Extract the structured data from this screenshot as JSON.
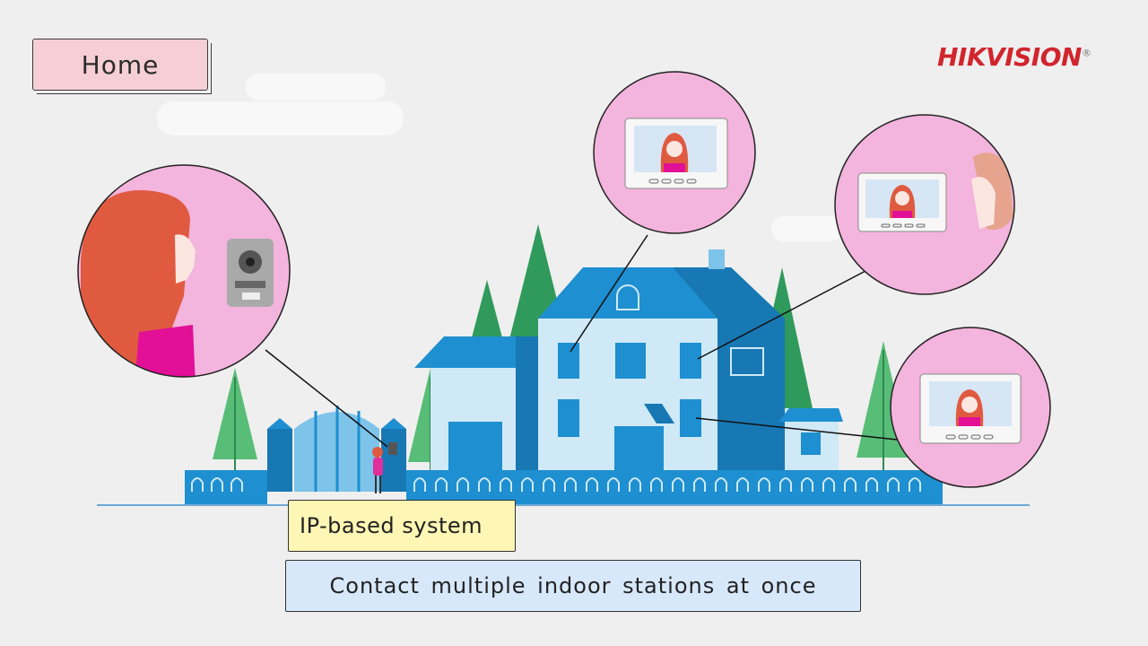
{
  "header": {
    "section_label": "Home",
    "brand": "HIKVISION",
    "brand_mark": "®"
  },
  "captions": {
    "feature": "IP-based system",
    "description": "Contact multiple indoor stations at once"
  },
  "colors": {
    "brand_red": "#d1252e",
    "accent_pink": "#f3b4dd",
    "house_blue": "#1e8fd0",
    "tree_green": "#39a869",
    "caption_yellow": "#fdf6b4",
    "caption_blue": "#d8e8fb"
  },
  "illustration": {
    "callouts": [
      "visitor-at-door-station",
      "indoor-monitor-upstairs",
      "indoor-monitor-side-room",
      "indoor-monitor-downstairs"
    ]
  }
}
